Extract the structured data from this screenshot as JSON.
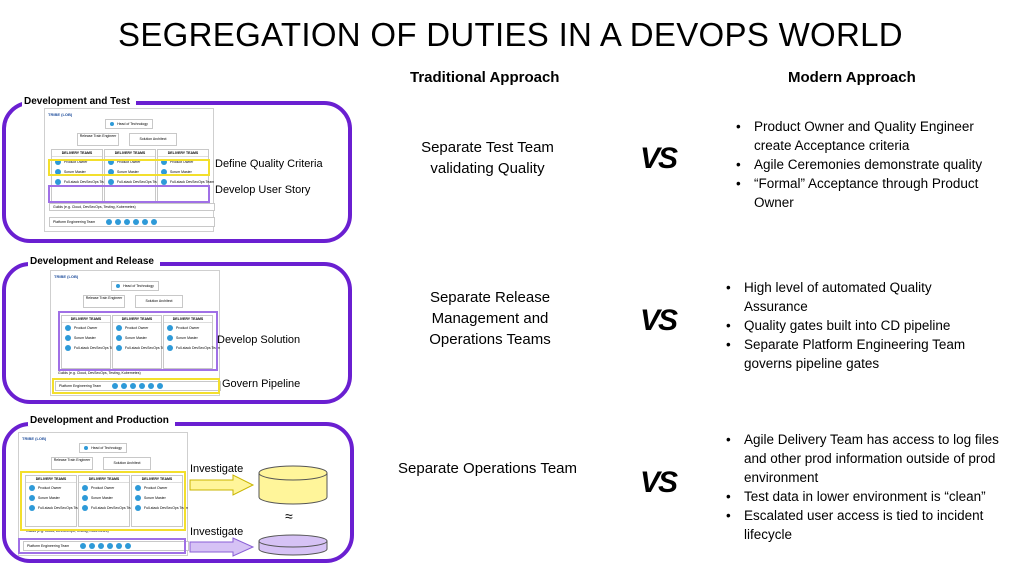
{
  "title": "SEGREGATION OF DUTIES IN A DEVOPS WORLD",
  "columns": {
    "traditional": "Traditional Approach",
    "modern": "Modern Approach"
  },
  "vs": "VS",
  "mini": {
    "tribe": "TRIBE (LOB)",
    "head": "Head of Technology",
    "rte": "Release Train Engineer",
    "architect": "Solution Architect",
    "delivery": "DELIVERY TEAMS",
    "po": "Product Owner",
    "sm": "Scrum Master",
    "fullstack": "Full-stack DevSecOps Team",
    "guilds": "Guilds (e.g. Cloud, DevSecOps, Testing, Kubernetes)",
    "platform": "Platform Engineering Team"
  },
  "sections": [
    {
      "label": "Development and Test",
      "notes": [
        "Define Quality Criteria",
        "Develop User Story"
      ],
      "traditional": "Separate Test Team validating Quality",
      "modern": [
        "Product Owner and Quality Engineer create Acceptance criteria",
        "Agile Ceremonies demonstrate quality",
        "“Formal” Acceptance through Product Owner"
      ]
    },
    {
      "label": "Development and Release",
      "notes": [
        "Develop Solution",
        "Govern Pipeline"
      ],
      "traditional": "Separate Release Management and Operations Teams",
      "modern": [
        "High level of automated Quality Assurance",
        "Quality gates built into CD pipeline",
        "Separate Platform Engineering Team governs pipeline gates"
      ]
    },
    {
      "label": "Development and Production",
      "notes": [
        "Investigate",
        "Investigate"
      ],
      "approx": "≈",
      "traditional": "Separate Operations Team",
      "modern": [
        "Agile Delivery Team has access to log files and other prod information outside of prod environment",
        "Test data in lower environment is “clean”",
        "Escalated user access is tied to incident lifecycle"
      ]
    }
  ],
  "colors": {
    "frame": "#6a1fd1",
    "yellow": "#f3df2c",
    "purple": "#a070e6",
    "person": "#2e9ad8"
  }
}
